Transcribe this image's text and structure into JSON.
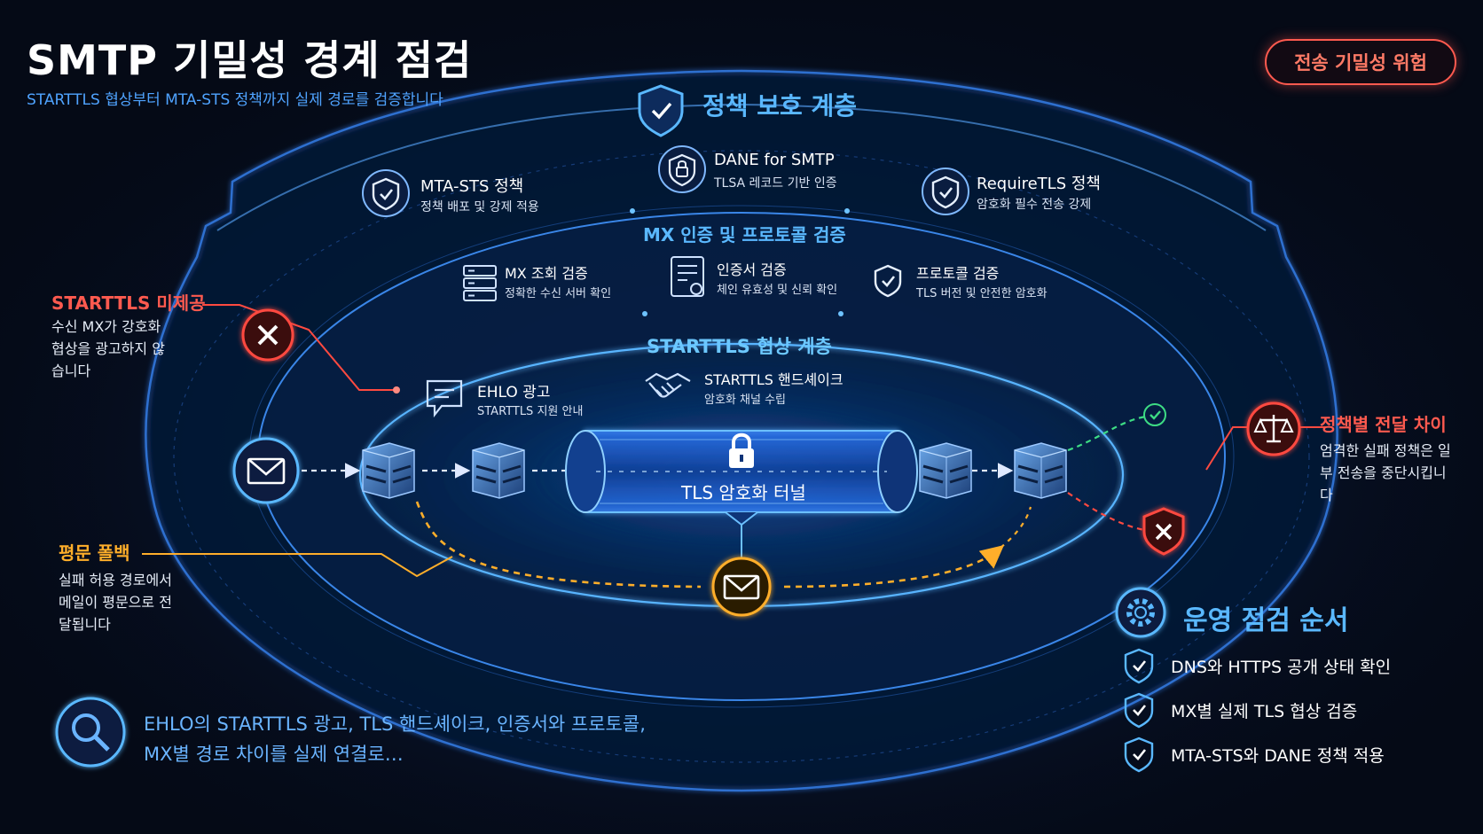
{
  "header": {
    "title": "SMTP 기밀성 경계 점검",
    "subtitle": "STARTTLS 협상부터 MTA-STS 정책까지 실제 경로를 검증합니다",
    "badge": "전송 기밀성 위험"
  },
  "layers": {
    "policy": {
      "title": "정책 보호 계층",
      "items": [
        {
          "title": "MTA-STS 정책",
          "desc": "정책 배포 및 강제 적용",
          "icon": "shield-check-icon"
        },
        {
          "title": "DANE for SMTP",
          "desc": "TLSA 레코드 기반 인증",
          "icon": "lock-shield-icon"
        },
        {
          "title": "RequireTLS 정책",
          "desc": "암호화 필수 전송 강제",
          "icon": "shield-check-icon"
        }
      ]
    },
    "mx": {
      "title": "MX 인증 및 프로토콜 검증",
      "items": [
        {
          "title": "MX 조회 검증",
          "desc": "정확한 수신 서버 확인",
          "icon": "server-stack-icon"
        },
        {
          "title": "인증서 검증",
          "desc": "체인 유효성 및 신뢰 확인",
          "icon": "certificate-icon"
        },
        {
          "title": "프로토콜 검증",
          "desc": "TLS 버전 및 안전한 암호화",
          "icon": "shield-check-icon"
        }
      ]
    },
    "starttls": {
      "title": "STARTTLS 협상 계층",
      "items": [
        {
          "title": "EHLO 광고",
          "desc": "STARTTLS 지원 안내",
          "icon": "chat-icon"
        },
        {
          "title": "STARTTLS 핸드셰이크",
          "desc": "암호화 채널 수립",
          "icon": "handshake-icon"
        }
      ]
    }
  },
  "tunnel": {
    "label": "TLS 암호화 터널",
    "icon": "padlock-icon"
  },
  "side_notes": {
    "starttls_missing": {
      "title": "STARTTLS 미제공",
      "desc": "수신 MX가 강호화 협상을 광고하지 않습니다"
    },
    "plaintext_fallback": {
      "title": "평문 폴백",
      "desc": "실패 허용 경로에서 메일이 평문으로 전달됩니다"
    },
    "policy_difference": {
      "title": "정책별 전달 차이",
      "desc": "엄격한 실패 정책은 일부 전송을 중단시킵니다"
    }
  },
  "operations": {
    "title": "운영 점검 순서",
    "steps": [
      "DNS와 HTTPS 공개 상태 확인",
      "MX별 실제 TLS 협상 검증",
      "MTA-STS와 DANE 정책 적용"
    ]
  },
  "bottom_note": "EHLO의 STARTTLS 광고, TLS 핸드셰이크, 인증서와 프로토콜, MX별 경로 차이를 실제 연결로…",
  "colors": {
    "background": "#050a16",
    "accent_blue": "#3a9bff",
    "danger_red": "#ff4a40",
    "fallback_orange": "#ffae2a",
    "success_green": "#3ddc84"
  }
}
